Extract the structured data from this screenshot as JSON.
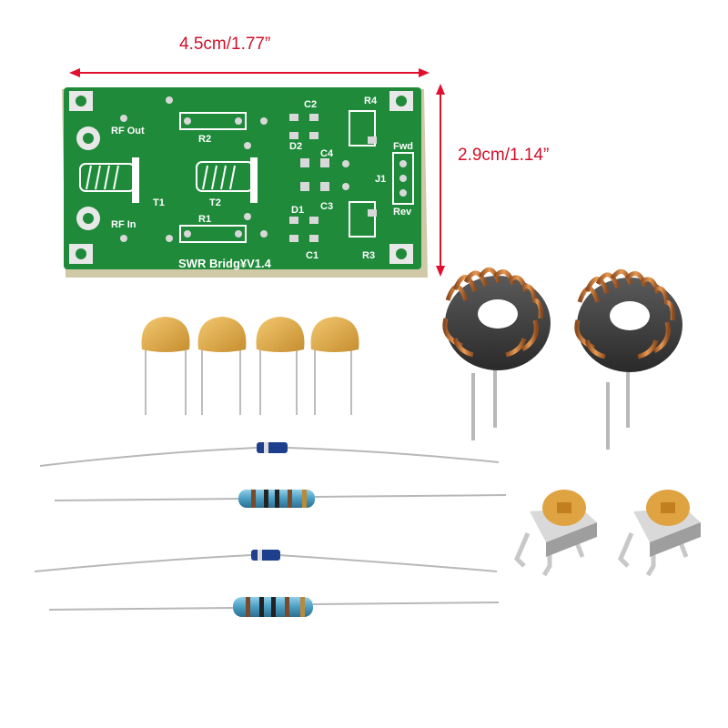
{
  "dimensions": {
    "width_label": "4.5cm/1.77”",
    "height_label": "2.9cm/1.14”",
    "arrow_color": "#e0102e"
  },
  "pcb": {
    "board_color": "#1f8a3a",
    "edge_color": "#cfc9a8",
    "title": "SWR Bridg¥V1.4",
    "labels": {
      "rf_out": "RF Out",
      "rf_in": "RF In",
      "r1": "R1",
      "r2": "R2",
      "r3": "R3",
      "r4": "R4",
      "c1": "C1",
      "c2": "C2",
      "c3": "C3",
      "c4": "C4",
      "d1": "D1",
      "d2": "D2",
      "t1": "T1",
      "t2": "T2",
      "j1": "J1",
      "fwd": "Fwd",
      "rev": "Rev"
    }
  },
  "components": {
    "capacitor_color": "#e9b550",
    "toroid_wire_color": "#c9702e",
    "diode_body_color": "#1e3f8c",
    "resistor_body_color": "#5aa6c9",
    "trimmer_color": "#e0a341"
  }
}
